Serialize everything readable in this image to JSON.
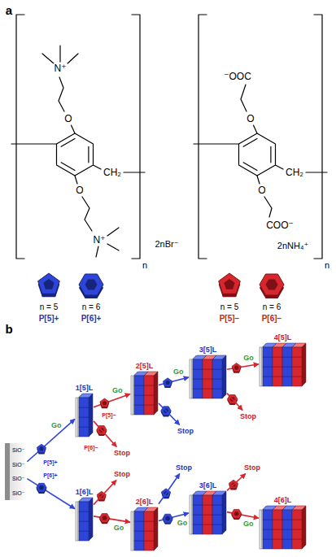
{
  "diagram": {
    "nodes": [
      {
        "text": [
          "SiO⁻",
          "SiO⁻",
          "SiO⁻",
          "SiO⁻"
        ]
      },
      {
        "text": [
          "1[5]L"
        ]
      },
      {
        "text": [
          "1[6]L"
        ]
      },
      {
        "text": [
          "2[5]L"
        ]
      },
      {
        "text": [
          "2[6]L"
        ]
      },
      {
        "text": [
          "3[5]L"
        ]
      },
      {
        "text": [
          "3[6]L"
        ]
      },
      {
        "text": [
          "4[5]L"
        ]
      },
      {
        "text": [
          "4[6]L"
        ]
      }
    ],
    "edges": [
      {
        "from": 0,
        "to": 1,
        "label": "Go",
        "arrow": "to"
      },
      {
        "from": 0,
        "to": 2,
        "arrow": "to"
      },
      {
        "from": 1,
        "to": 3,
        "label": "Go",
        "arrow": "to"
      },
      {
        "from": 2,
        "to": 4,
        "label": "Go",
        "arrow": "to"
      },
      {
        "from": 3,
        "to": 5,
        "label": "Go",
        "arrow": "to"
      },
      {
        "from": 4,
        "to": 6,
        "label": "Go",
        "arrow": "to"
      },
      {
        "from": 5,
        "to": 7,
        "label": "Go",
        "arrow": "to"
      },
      {
        "from": 6,
        "to": 8,
        "label": "Go",
        "arrow": "to"
      }
    ],
    "labels": [
      "a",
      "N⁺",
      "O",
      "CH₂",
      "O",
      "N⁺",
      "n",
      "2nBr⁻",
      "⁻OOC",
      "O",
      "CH₂",
      "O",
      "COO⁻",
      "n",
      "2nNH₄⁺",
      "n = 5",
      "P[5]+",
      "n = 6",
      "P[6]+",
      "n = 5",
      "P[5]−",
      "n = 6",
      "P[6]−",
      "b",
      "P[5]+",
      "P[6]+",
      "P[5]−",
      "P[6]−",
      "Stop",
      "Stop",
      "Stop",
      "Stop",
      "Stop",
      "Stop"
    ]
  }
}
